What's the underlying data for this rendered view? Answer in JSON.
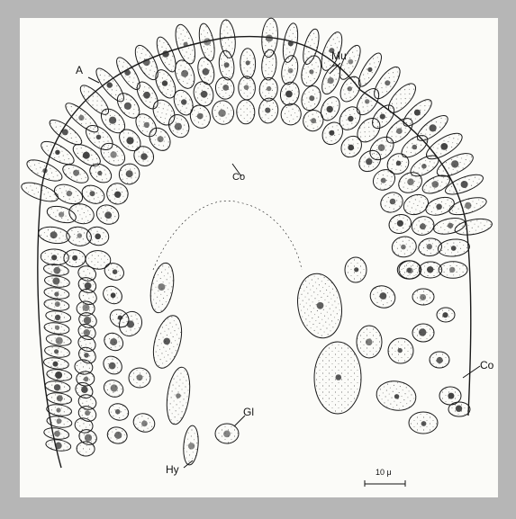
{
  "figure": {
    "labels": {
      "A": "A",
      "Mu": "Mu",
      "Co_inner": "Co",
      "Co_right": "Co",
      "Gl": "Gl",
      "Hy": "Hy"
    },
    "scale_bar": "10 μ"
  }
}
